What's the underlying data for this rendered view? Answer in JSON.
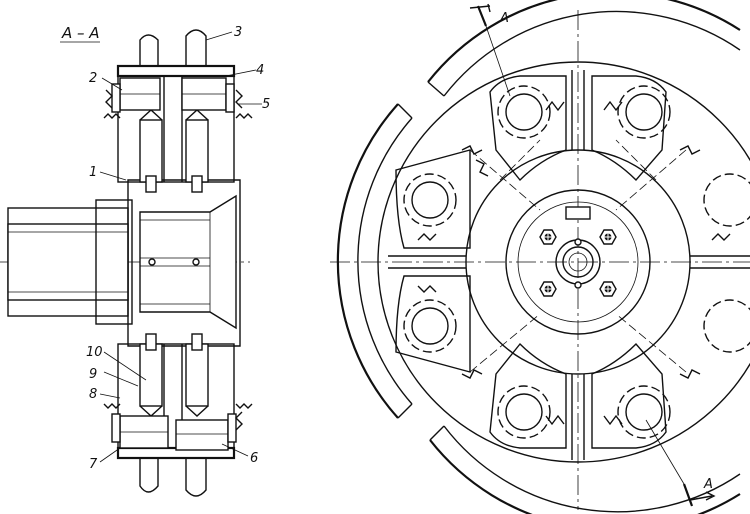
{
  "section_title": "A – A",
  "section_mark": "A",
  "callouts": {
    "c1": "1",
    "c2": "2",
    "c3": "3",
    "c4": "4",
    "c5": "5",
    "c6": "6",
    "c7": "7",
    "c8": "8",
    "c9": "9",
    "c10": "10"
  }
}
